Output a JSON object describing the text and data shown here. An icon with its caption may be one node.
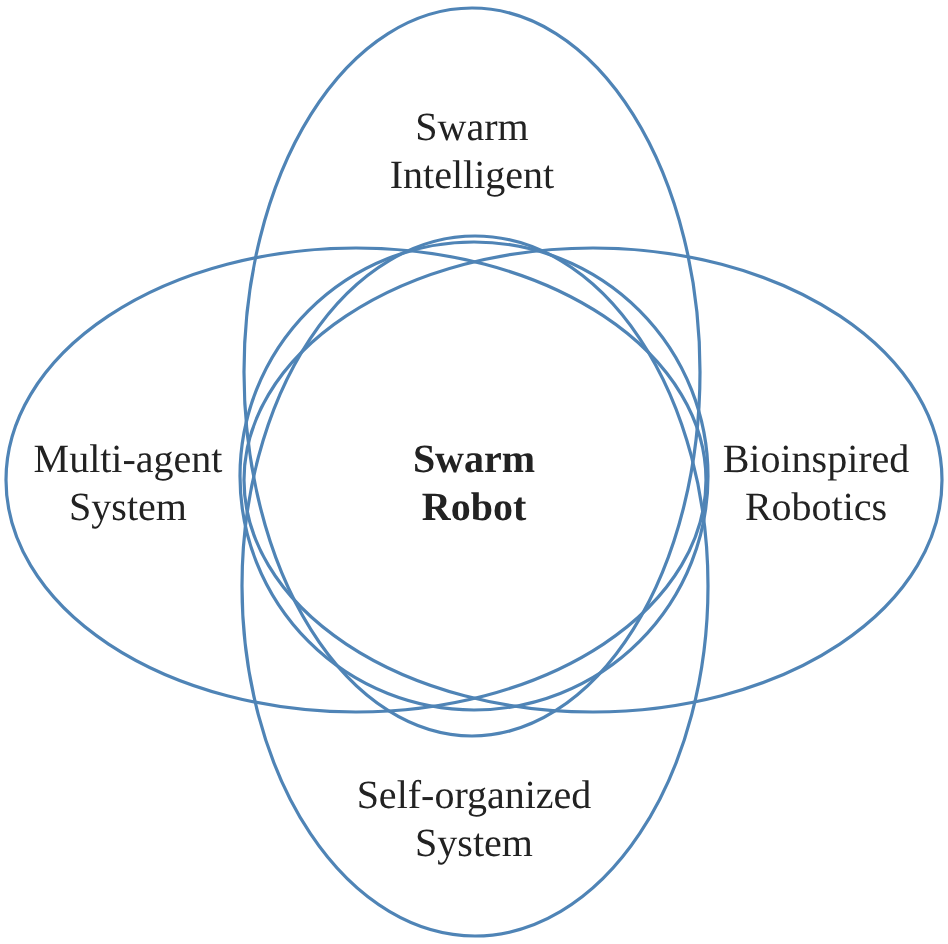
{
  "diagram": {
    "nodes": [
      {
        "text": [
          "Swarm Intelligent"
        ]
      },
      {
        "text": [
          "Multi-agent System"
        ]
      },
      {
        "text": [
          "Swarm Robot"
        ]
      },
      {
        "text": [
          "Bioinspired Robotics"
        ]
      },
      {
        "text": [
          "Self-organized System"
        ]
      }
    ],
    "edges": []
  }
}
